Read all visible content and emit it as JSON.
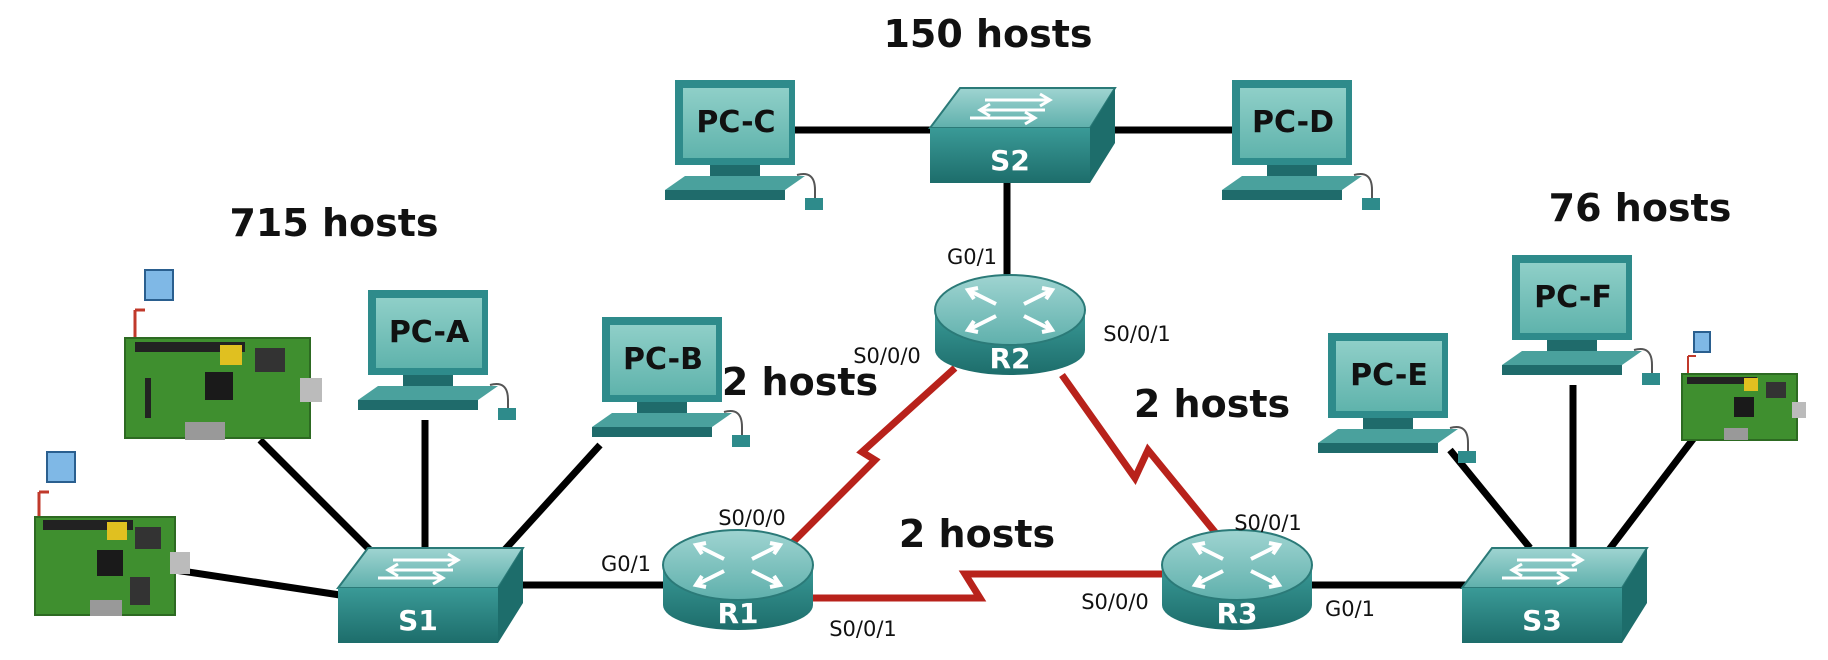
{
  "colors": {
    "ethernet_link": "#000000",
    "serial_link": "#b8221b",
    "device_teal": "#2e8b8b",
    "device_teal_dark": "#1f6b6b",
    "pcb_green": "#3f8f2f"
  },
  "host_counts": {
    "s1_lan": "715 hosts",
    "s2_lan": "150 hosts",
    "s3_lan": "76 hosts",
    "r1_r2_link": "2 hosts",
    "r1_r3_link": "2 hosts",
    "r2_r3_link": "2 hosts"
  },
  "devices": {
    "routers": {
      "r1": "R1",
      "r2": "R2",
      "r3": "R3"
    },
    "switches": {
      "s1": "S1",
      "s2": "S2",
      "s3": "S3"
    },
    "pcs": {
      "pc_a": "PC-A",
      "pc_b": "PC-B",
      "pc_c": "PC-C",
      "pc_d": "PC-D",
      "pc_e": "PC-E",
      "pc_f": "PC-F"
    }
  },
  "interfaces": {
    "r1_g01": "G0/1",
    "r1_s000": "S0/0/0",
    "r1_s001": "S0/0/1",
    "r2_g01": "G0/1",
    "r2_s000": "S0/0/0",
    "r2_s001": "S0/0/1",
    "r3_g01": "G0/1",
    "r3_s000": "S0/0/0",
    "r3_s001": "S0/0/1"
  }
}
